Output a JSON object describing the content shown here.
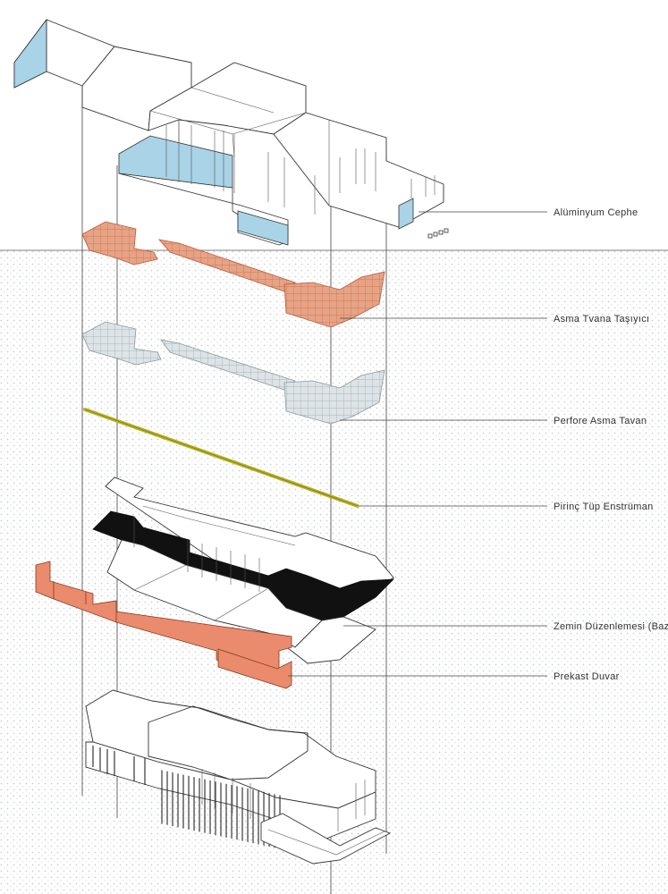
{
  "labels": {
    "aluminium": "Alüminyum Cephe",
    "carrier": "Asma Tvana Taşıyıcı",
    "ceiling": "Perfore Asma Tavan",
    "tube": "Pirinç Tüp Enstrüman",
    "floor": "Zemin Düzenlemesi (Bazalt)",
    "precast": "Prekast Duvar"
  },
  "colors": {
    "aluminium_glass": "#a9d3e6",
    "copper_grid": "#e08a6a",
    "grey_grid": "#b9c4c9",
    "brass_tube": "#b7b324",
    "basalt": "#111111",
    "precast_wall": "#e98b6c",
    "dot_field": "#c9ced2"
  }
}
